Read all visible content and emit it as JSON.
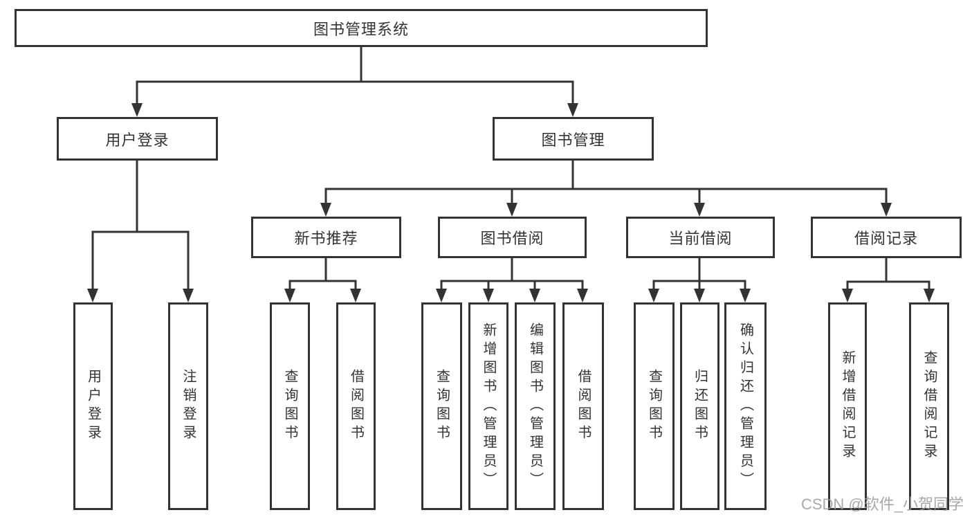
{
  "colors": {
    "line": "#333333",
    "box_border": "#333333",
    "box_background": "#ffffff",
    "text": "#333333",
    "watermark": "#9a9a9a"
  },
  "watermark": {
    "text": "CSDN @软件_小贺同学"
  },
  "tree": {
    "root": {
      "label": "图书管理系统"
    },
    "branches": [
      {
        "label": "用户登录",
        "children": [
          {
            "label": "用户登录"
          },
          {
            "label": "注销登录"
          }
        ]
      },
      {
        "label": "图书管理",
        "children": [
          {
            "label": "新书推荐",
            "children": [
              {
                "label": "查询图书"
              },
              {
                "label": "借阅图书"
              }
            ]
          },
          {
            "label": "图书借阅",
            "children": [
              {
                "label": "查询图书"
              },
              {
                "label": "新增图书（管理员）"
              },
              {
                "label": "编辑图书（管理员）"
              },
              {
                "label": "借阅图书"
              }
            ]
          },
          {
            "label": "当前借阅",
            "children": [
              {
                "label": "查询图书"
              },
              {
                "label": "归还图书"
              },
              {
                "label": "确认归还（管理员）"
              }
            ]
          },
          {
            "label": "借阅记录",
            "children": [
              {
                "label": "新增借阅记录"
              },
              {
                "label": "查询借阅记录"
              }
            ]
          }
        ]
      }
    ]
  }
}
